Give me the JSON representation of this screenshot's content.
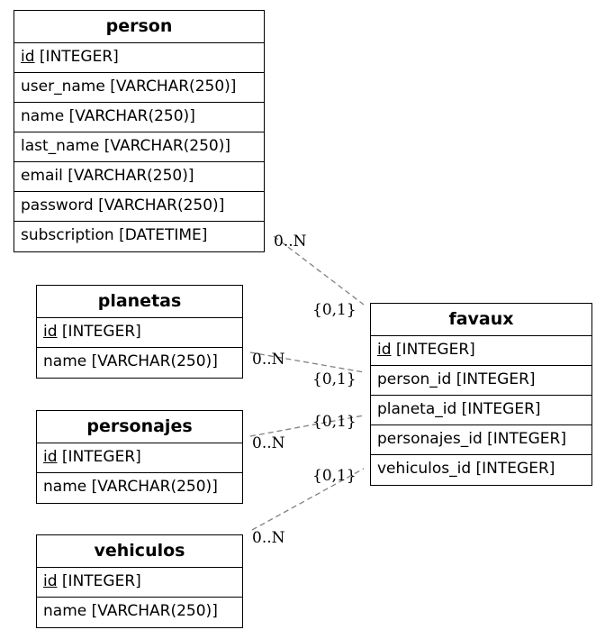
{
  "entities": {
    "person": {
      "title": "person",
      "pk": {
        "name": "id",
        "type": "[INTEGER]"
      },
      "fields": [
        "user_name [VARCHAR(250)]",
        "name [VARCHAR(250)]",
        "last_name [VARCHAR(250)]",
        "email [VARCHAR(250)]",
        "password [VARCHAR(250)]",
        "subscription [DATETIME]"
      ]
    },
    "planetas": {
      "title": "planetas",
      "pk": {
        "name": "id",
        "type": "[INTEGER]"
      },
      "fields": [
        "name [VARCHAR(250)]"
      ]
    },
    "personajes": {
      "title": "personajes",
      "pk": {
        "name": "id",
        "type": "[INTEGER]"
      },
      "fields": [
        "name [VARCHAR(250)]"
      ]
    },
    "vehiculos": {
      "title": "vehiculos",
      "pk": {
        "name": "id",
        "type": "[INTEGER]"
      },
      "fields": [
        "name [VARCHAR(250)]"
      ]
    },
    "favaux": {
      "title": "favaux",
      "pk": {
        "name": "id",
        "type": "[INTEGER]"
      },
      "fields": [
        "person_id [INTEGER]",
        "planeta_id [INTEGER]",
        "personajes_id [INTEGER]",
        "vehiculos_id [INTEGER]"
      ]
    }
  },
  "relationships": [
    {
      "from": "person",
      "to": "favaux",
      "from_card": "0..N",
      "to_card": "{0,1}"
    },
    {
      "from": "planetas",
      "to": "favaux",
      "from_card": "0..N",
      "to_card": "{0,1}"
    },
    {
      "from": "personajes",
      "to": "favaux",
      "from_card": "0..N",
      "to_card": "{0,1}"
    },
    {
      "from": "vehiculos",
      "to": "favaux",
      "from_card": "0..N",
      "to_card": "{0,1}"
    }
  ],
  "colors": {
    "border": "#000000",
    "link": "#808080",
    "background": "#ffffff"
  }
}
